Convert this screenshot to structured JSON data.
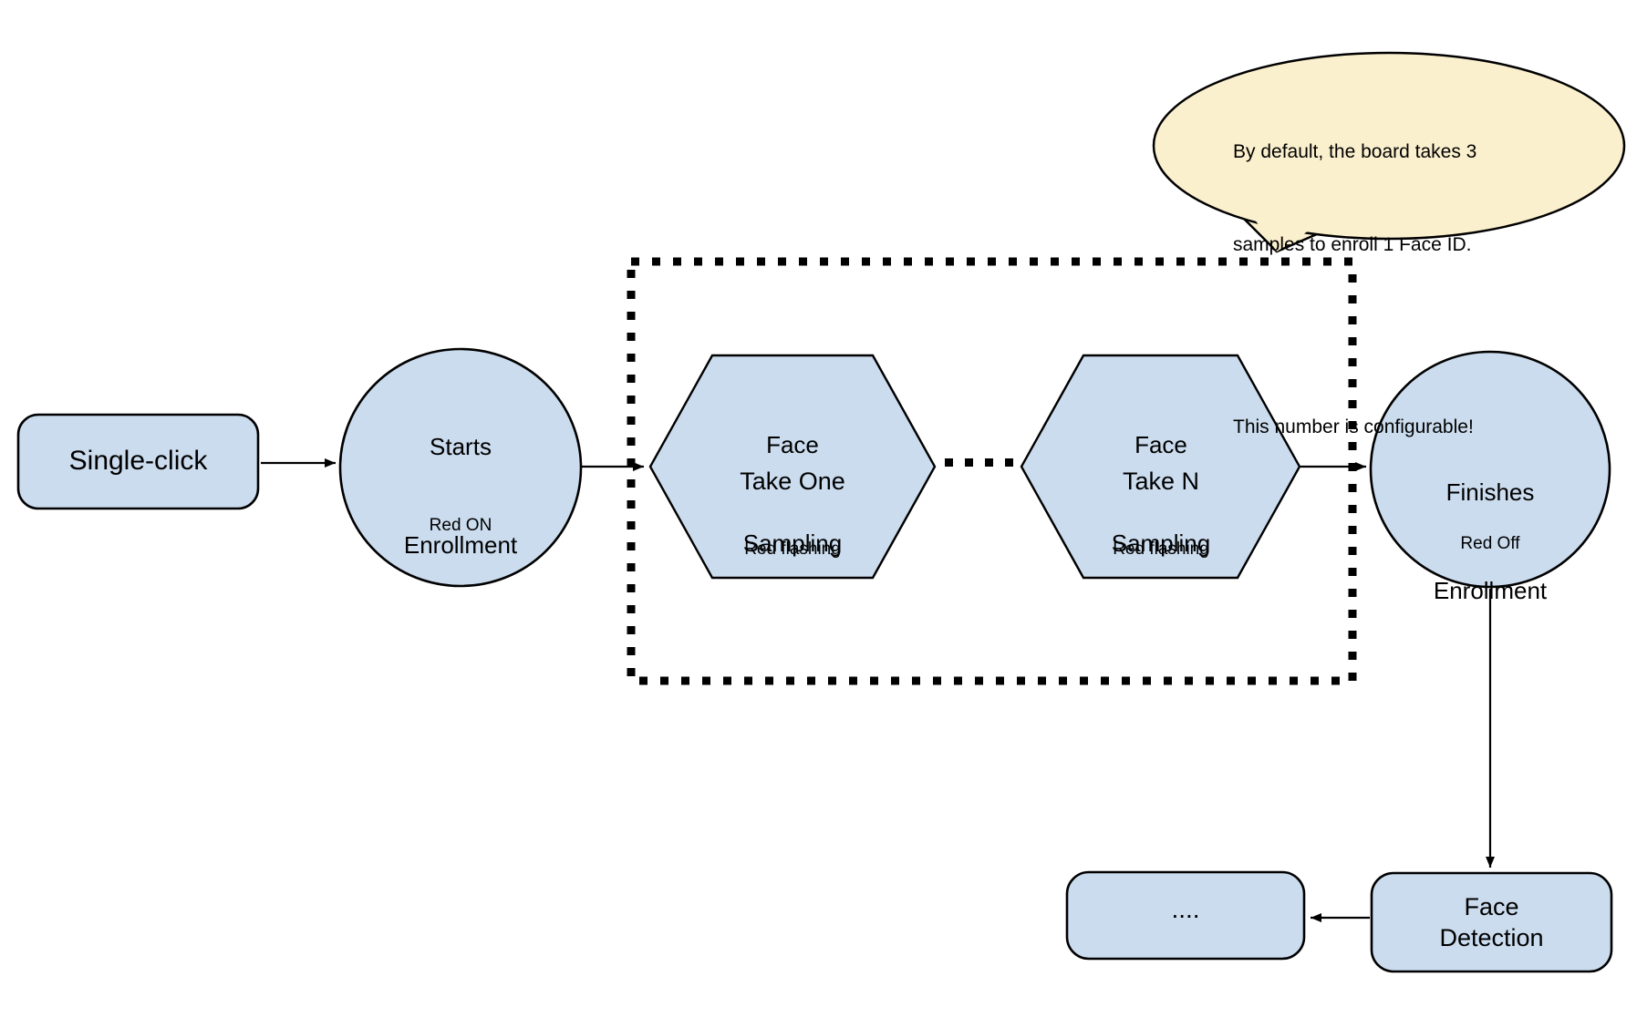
{
  "diagram": {
    "nodes": {
      "single_click": {
        "label": "Single-click"
      },
      "starts_enrollment": {
        "lines": [
          "Starts",
          "Enrollment"
        ],
        "status": "Red ON"
      },
      "face_sampling_one": {
        "lines": [
          "Face",
          "Sampling"
        ],
        "take": "Take One",
        "status": "Red flashing"
      },
      "face_sampling_n": {
        "lines": [
          "Face",
          "Sampling"
        ],
        "take": "Take N",
        "status": "Red flashing"
      },
      "finishes_enrollment": {
        "lines": [
          "Finishes",
          "Enrollment"
        ],
        "status": "Red Off"
      },
      "face_detection": {
        "lines": [
          "Face",
          "Detection"
        ]
      },
      "continuation": {
        "label": "...."
      }
    },
    "callout": {
      "line1": "By default, the board takes 3",
      "line2": "samples to enroll 1 Face ID.",
      "line3": "This number is configurable!"
    },
    "colors": {
      "node_fill": "#cbdcee",
      "callout_fill": "#fbf0ce",
      "stroke": "#000000"
    }
  }
}
